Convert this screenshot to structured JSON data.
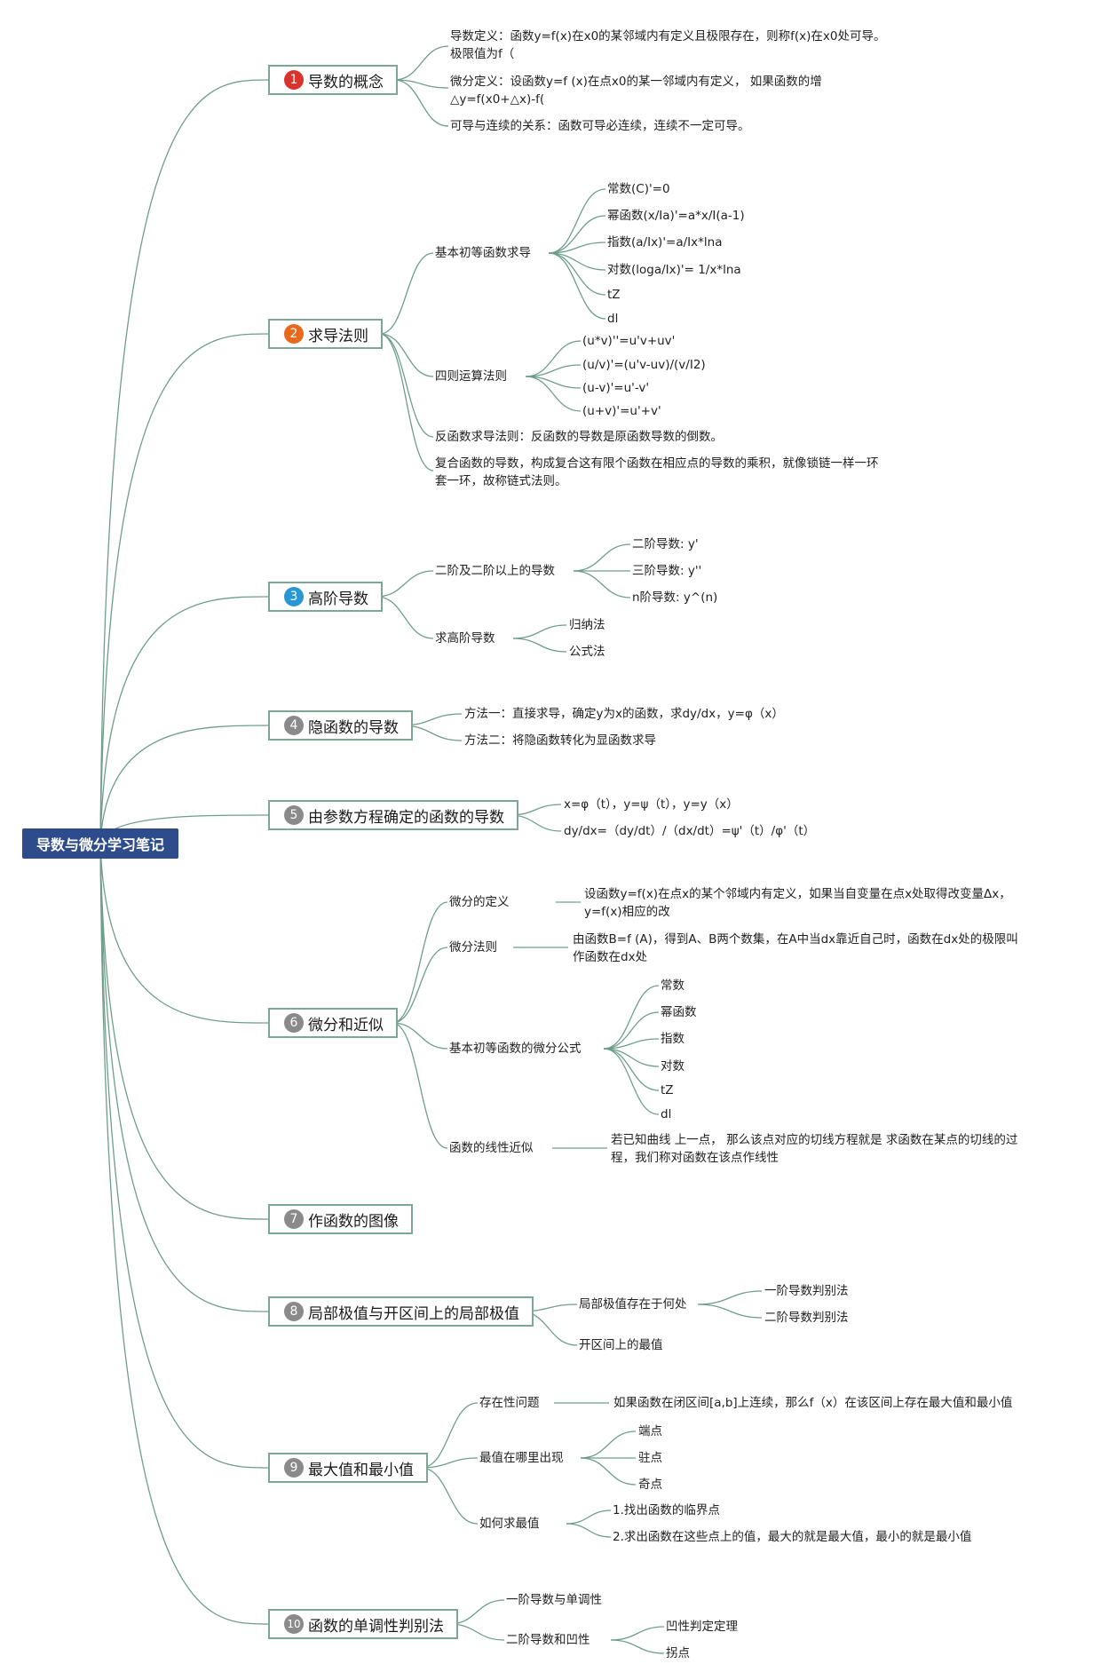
{
  "root": "导数与微分学习笔记",
  "colors": {
    "root_bg": "#2e4b8c",
    "line": "#6e9e8a",
    "badge_red": "#d9332b",
    "badge_orange": "#e8681c",
    "badge_blue": "#2996d4",
    "badge_gray": "#8a8a8a"
  },
  "topics": [
    {
      "num": "1",
      "label": "导数的概念",
      "badge_color": "#d9332b"
    },
    {
      "num": "2",
      "label": "求导法则",
      "badge_color": "#e8681c"
    },
    {
      "num": "3",
      "label": "高阶导数",
      "badge_color": "#2996d4"
    },
    {
      "num": "4",
      "label": "隐函数的导数",
      "badge_color": "#8a8a8a"
    },
    {
      "num": "5",
      "label": "由参数方程确定的函数的导数",
      "badge_color": "#8a8a8a"
    },
    {
      "num": "6",
      "label": "微分和近似",
      "badge_color": "#8a8a8a"
    },
    {
      "num": "7",
      "label": "作函数的图像",
      "badge_color": "#8a8a8a"
    },
    {
      "num": "8",
      "label": "局部极值与开区间上的局部极值",
      "badge_color": "#8a8a8a"
    },
    {
      "num": "9",
      "label": "最大值和最小值",
      "badge_color": "#8a8a8a"
    },
    {
      "num": "10",
      "label": "函数的单调性判别法",
      "badge_color": "#8a8a8a"
    }
  ],
  "nodes": {
    "t1a": "导数定义：函数y=f(x)在x0的某邻域内有定义且极限存在，则称f(x)在x0处可导。极限值为f（",
    "t1b": "微分定义：设函数y=f (x)在点x0的某一邻域内有定义， 如果函数的增△y=f(x0+△x)-f(",
    "t1c": "可导与连续的关系：函数可导必连续，连续不一定可导。",
    "t2a": "基本初等函数求导",
    "t2a1": "常数(C)'=0",
    "t2a2": "幂函数(x/Ia)'=a*x/I(a-1)",
    "t2a3": "指数(a/Ix)'=a/Ix*lna",
    "t2a4": "对数(loga/Ix)'= 1/x*lna",
    "t2a5": "tZ",
    "t2a6": "dl",
    "t2b": "四则运算法则",
    "t2b1": "(u*v)''=u'v+uv'",
    "t2b2": "(u/v)'=(u'v-uv)/(v/I2)",
    "t2b3": "(u-v)'=u'-v'",
    "t2b4": "(u+v)'=u'+v'",
    "t2c": "反函数求导法则：反函数的导数是原函数导数的倒数。",
    "t2d": "复合函数的导数，构成复合这有限个函数在相应点的导数的乘积，就像锁链一样一环套一环，故称链式法则。",
    "t3a": "二阶及二阶以上的导数",
    "t3a1": "二阶导数: y'",
    "t3a2": "三阶导数: y''",
    "t3a3": "n阶导数: y^(n)",
    "t3b": "求高阶导数",
    "t3b1": "归纳法",
    "t3b2": "公式法",
    "t4a": "方法一：直接求导，确定y为x的函数，求dy/dx，y=φ（x）",
    "t4b": "方法二：将隐函数转化为显函数求导",
    "t5a": "x=φ（t），y=ψ（t），y=y（x）",
    "t5b": "dy/dx=（dy/dt）/（dx/dt）=ψ'（t）/φ'（t）",
    "t6a": "微分的定义",
    "t6a1": "设函数y=f(x)在点x的某个邻域内有定义，如果当自变量在点x处取得改变量Δx，y=f(x)相应的改",
    "t6b": "微分法则",
    "t6b1": "由函数B=f (A)，得到A、B两个数集，在A中当dx靠近自己时，函数在dx处的极限叫作函数在dx处",
    "t6c": "基本初等函数的微分公式",
    "t6c1": "常数",
    "t6c2": "幂函数",
    "t6c3": "指数",
    "t6c4": "对数",
    "t6c5": "tZ",
    "t6c6": "dl",
    "t6d": "函数的线性近似",
    "t6d1": "若已知曲线 上一点， 那么该点对应的切线方程就是 求函数在某点的切线的过程，我们称对函数在该点作线性",
    "t8a": "局部极值存在于何处",
    "t8a1": "一阶导数判别法",
    "t8a2": "二阶导数判别法",
    "t8b": "开区间上的最值",
    "t9a": "存在性问题",
    "t9a1": "如果函数在闭区间[a,b]上连续，那么f（x）在该区间上存在最大值和最小值",
    "t9b": "最值在哪里出现",
    "t9b1": "端点",
    "t9b2": "驻点",
    "t9b3": "奇点",
    "t9c": "如何求最值",
    "t9c1": "1.找出函数的临界点",
    "t9c2": "2.求出函数在这些点上的值，最大的就是最大值，最小的就是最小值",
    "t10a": "一阶导数与单调性",
    "t10b": "二阶导数和凹性",
    "t10b1": "凹性判定定理",
    "t10b2": "拐点"
  }
}
